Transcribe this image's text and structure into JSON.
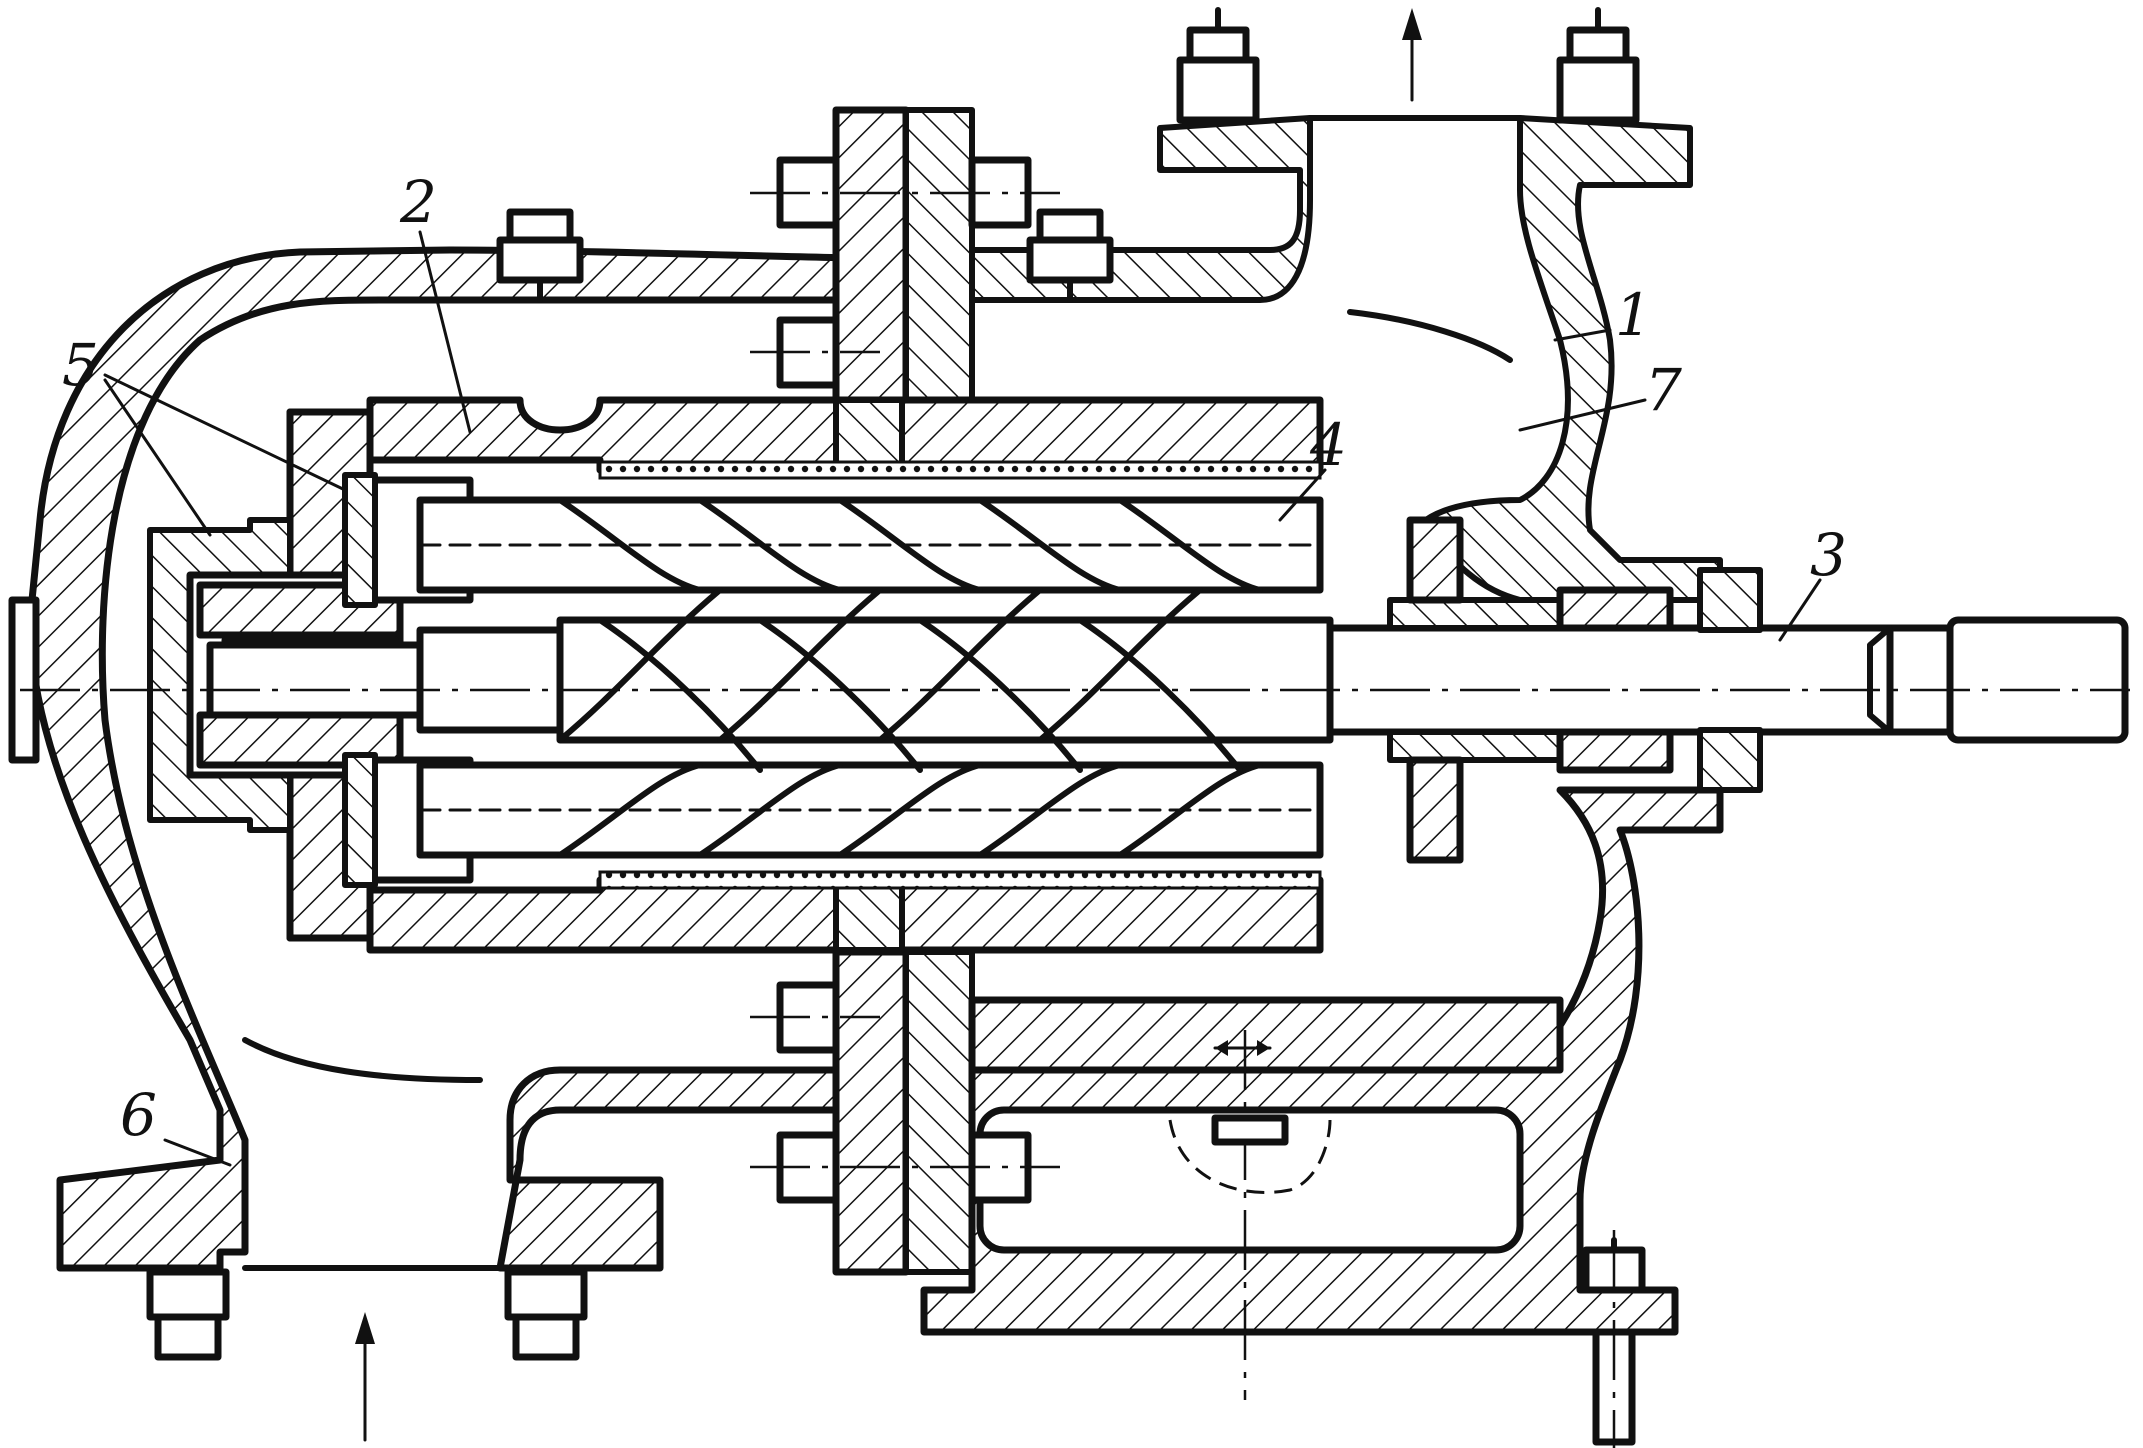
{
  "labels": {
    "l1": "1",
    "l2": "2",
    "l3": "3",
    "l4": "4",
    "l5": "5",
    "l6": "6",
    "l7": "7"
  },
  "icons": {
    "outlet_arrow": "arrow-up-icon",
    "inlet_arrow": "arrow-up-icon",
    "adjust_marker": "double-arrow-icon"
  }
}
